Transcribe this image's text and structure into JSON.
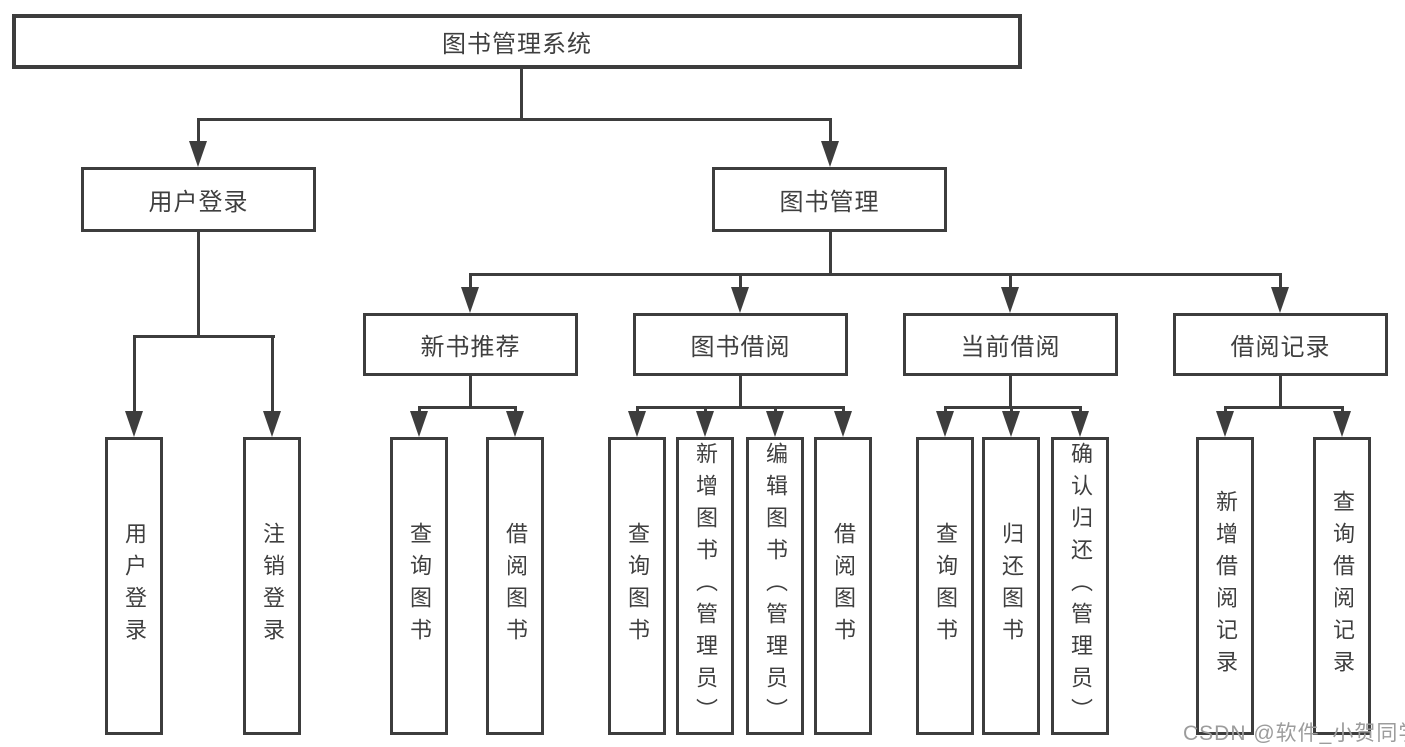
{
  "diagram": {
    "root": "图书管理系统",
    "level2": {
      "user_login": "用户登录",
      "book_mgmt": "图书管理"
    },
    "level3": {
      "new_books": "新书推荐",
      "book_borrow": "图书借阅",
      "current_borrow": "当前借阅",
      "borrow_records": "借阅记录"
    },
    "leaves": {
      "user_login": "用户登录",
      "logout": "注销登录",
      "nb_query": "查询图书",
      "nb_borrow": "借阅图书",
      "bb_query": "查询图书",
      "bb_add": "新增图书（管理员）",
      "bb_edit": "编辑图书（管理员）",
      "bb_borrow": "借阅图书",
      "cb_query": "查询图书",
      "cb_return": "归还图书",
      "cb_confirm": "确认归还（管理员）",
      "br_add": "新增借阅记录",
      "br_query": "查询借阅记录"
    }
  },
  "watermark": "CSDN @软件_小贺同学",
  "colors": {
    "line": "#3d3d3d",
    "text": "#3f3f3f",
    "watermark": "#9c9c9c",
    "background": "#ffffff"
  }
}
